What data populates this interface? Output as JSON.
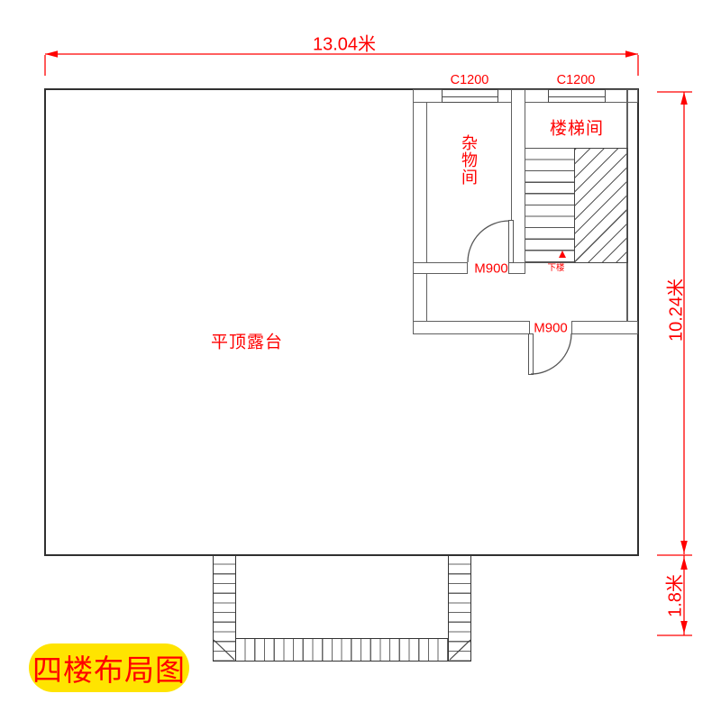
{
  "plan": {
    "title": "四楼布局图",
    "dimensions": {
      "width_top": "13.04米",
      "height_right": "10.24米",
      "stair_depth_right": "1.8米"
    },
    "rooms": [
      {
        "id": "terrace",
        "label": "平顶露台"
      },
      {
        "id": "storage",
        "label": "杂物间"
      },
      {
        "id": "stairwell",
        "label": "楼梯间"
      }
    ],
    "windows": [
      {
        "label": "C1200"
      },
      {
        "label": "C1200"
      }
    ],
    "doors": [
      {
        "label": "M900"
      },
      {
        "label": "M900"
      }
    ],
    "stair_note": "下楼",
    "colors": {
      "annotation_red": "#ff0000",
      "title_bg": "#ffe400",
      "outline_dark": "#303030",
      "wall_grey": "#5f5f5f",
      "hatch_grey": "#555555"
    }
  }
}
